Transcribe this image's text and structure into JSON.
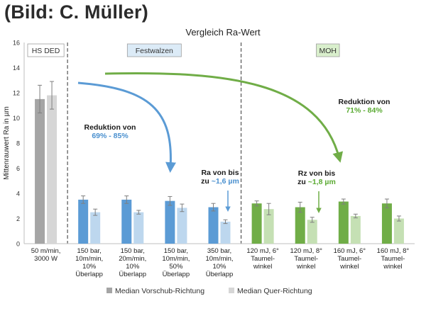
{
  "credit": "(Bild: C. Müller)",
  "chart_data": {
    "type": "bar",
    "title": "Vergleich Ra-Wert",
    "ylabel": "Mittenrauwert Ra in µm",
    "xlabel": "",
    "ylim": [
      0,
      16
    ],
    "yticks": [
      0,
      2,
      4,
      6,
      8,
      10,
      12,
      14,
      16
    ],
    "grid": false,
    "legend_position": "bottom",
    "groups": [
      {
        "name": "HS DED",
        "start": 0,
        "end": 0,
        "color": "#ffffff",
        "text_color": "#333333"
      },
      {
        "name": "Festwalzen",
        "start": 1,
        "end": 4,
        "color": "#dcebf7",
        "text_color": "#333333"
      },
      {
        "name": "MOH",
        "start": 5,
        "end": 8,
        "color": "#d9efcc",
        "text_color": "#333333"
      }
    ],
    "categories": [
      [
        "50 m/min,",
        "3000 W"
      ],
      [
        "150 bar,",
        "10m/min,",
        "10%",
        "Überlapp"
      ],
      [
        "150 bar,",
        "20m/min,",
        "10%",
        "Überlapp"
      ],
      [
        "150 bar,",
        "10m/min,",
        "50%",
        "Überlapp"
      ],
      [
        "350 bar,",
        "10m/min,",
        "10%",
        "Überlapp"
      ],
      [
        "120 mJ, 6°",
        "Taumel-",
        "winkel"
      ],
      [
        "120 mJ, 8°",
        "Taumel-",
        "winkel"
      ],
      [
        "160 mJ, 6°",
        "Taumel-",
        "winkel"
      ],
      [
        "160 mJ, 8°",
        "Taumel-",
        "winkel"
      ]
    ],
    "series": [
      {
        "name": "Median Vorschub-Richtung",
        "values": [
          11.5,
          3.5,
          3.5,
          3.4,
          2.9,
          3.2,
          2.9,
          3.35,
          3.2
        ],
        "errors": [
          1.1,
          0.3,
          0.3,
          0.35,
          0.3,
          0.2,
          0.4,
          0.2,
          0.35
        ],
        "colors": [
          "#a5a5a5",
          "#5b9bd5",
          "#5b9bd5",
          "#5b9bd5",
          "#5b9bd5",
          "#70ad47",
          "#70ad47",
          "#70ad47",
          "#70ad47"
        ]
      },
      {
        "name": "Median Quer-Richtung",
        "values": [
          11.8,
          2.5,
          2.5,
          2.85,
          1.75,
          2.75,
          1.9,
          2.2,
          2.0
        ],
        "errors": [
          1.1,
          0.25,
          0.15,
          0.3,
          0.15,
          0.45,
          0.2,
          0.15,
          0.2
        ],
        "colors": [
          "#d6d6d6",
          "#bdd7ee",
          "#bdd7ee",
          "#bdd7ee",
          "#bdd7ee",
          "#c5e0b4",
          "#c5e0b4",
          "#c5e0b4",
          "#c5e0b4"
        ]
      }
    ],
    "legend": [
      {
        "label": "Median Vorschub-Richtung",
        "color": "#a5a5a5"
      },
      {
        "label": "Median Quer-Richtung",
        "color": "#d6d6d6"
      }
    ],
    "annotations": [
      {
        "lines": [
          "Reduktion von",
          "69% - 85%"
        ],
        "color": "#4a90cf"
      },
      {
        "lines": [
          "Reduktion von",
          "71% - 84%"
        ],
        "color": "#5aaa32"
      },
      {
        "lines": [
          "Ra von bis",
          "zu ~1,6 µm"
        ],
        "color": "#4a90cf",
        "highlight": "~1,6 µm"
      },
      {
        "lines": [
          "Rz von bis",
          "zu ~1,8 µm"
        ],
        "color": "#5aaa32",
        "highlight": "~1,8 µm"
      }
    ],
    "colors": {
      "blue": "#5b9bd5",
      "green": "#70ad47",
      "gray": "#a5a5a5"
    }
  }
}
